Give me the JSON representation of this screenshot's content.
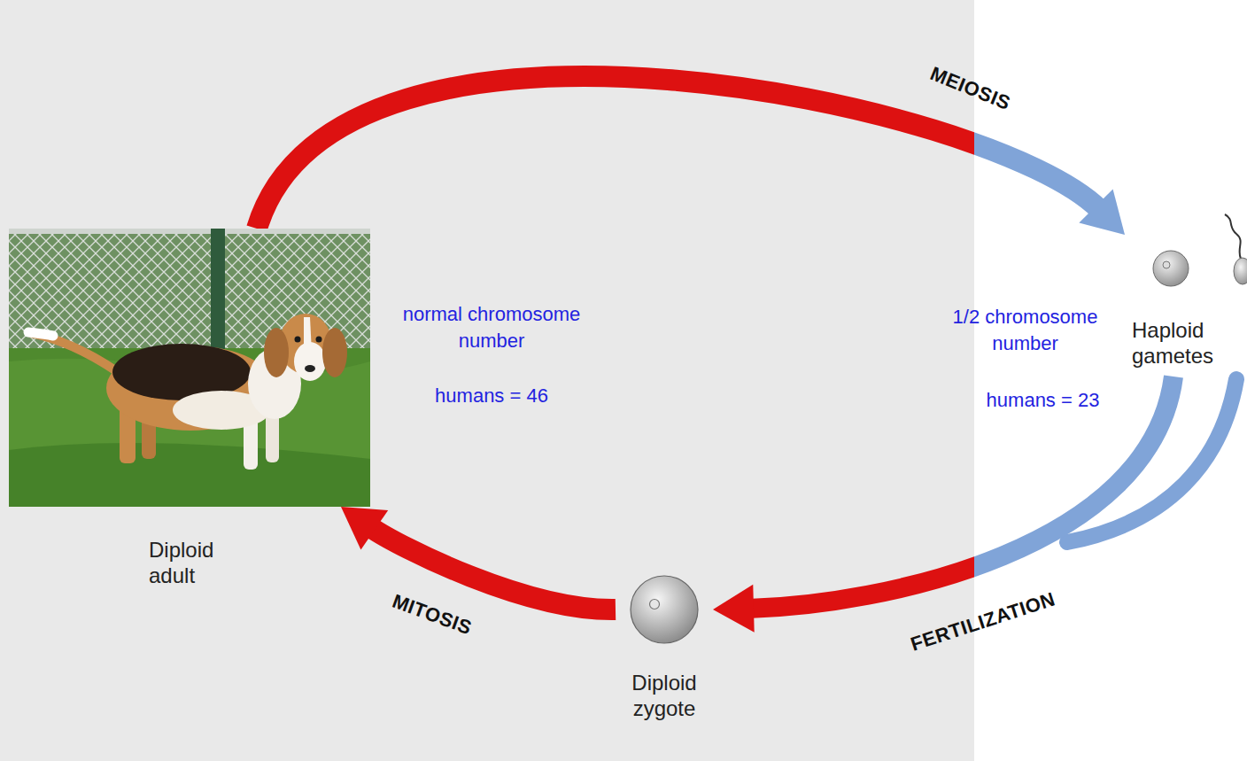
{
  "diagram": {
    "nodes": [
      {
        "text": [
          "Diploid adult"
        ]
      },
      {
        "text": [
          "Haploid gametes"
        ]
      },
      {
        "text": [
          "Diploid zygote"
        ]
      }
    ],
    "edges": [
      {
        "from": 0,
        "to": 1,
        "arrow": "to",
        "label": "MEIOSIS"
      },
      {
        "from": 1,
        "to": 2,
        "arrow": "to",
        "label": "FERTILIZATION"
      },
      {
        "from": 2,
        "to": 0,
        "arrow": "to",
        "label": "MITOSIS"
      }
    ],
    "labels": [
      "normal chromosome number",
      "humans = 46",
      "1/2 chromosome number",
      "humans = 23"
    ]
  }
}
